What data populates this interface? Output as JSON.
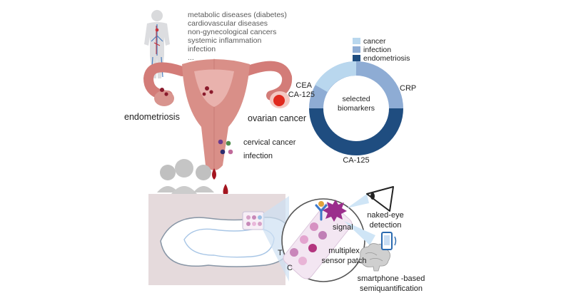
{
  "conditions": [
    "metabolic diseases (diabetes)",
    "cardiovascular diseases",
    "non-gynecological cancers",
    "systemic inflammation",
    "infection",
    "..."
  ],
  "labels": {
    "endometriosis": "endometriosis",
    "ovarian_cancer": "ovarian cancer",
    "cervical_cancer": "cervical cancer",
    "infection": "infection"
  },
  "donut": {
    "center_line1": "selected",
    "center_line2": "biomarkers",
    "label_cea": "CEA",
    "label_ca125_left": "CA-125",
    "label_crp": "CRP",
    "label_ca125_bottom": "CA-125",
    "legend": [
      {
        "label": "cancer",
        "color": "#b9d7ee"
      },
      {
        "label": "infection",
        "color": "#8eacd4"
      },
      {
        "label": "endometriosis",
        "color": "#1f4d80"
      }
    ]
  },
  "sensor": {
    "T": "T",
    "C": "C",
    "signal": "signal",
    "patch_line1": "multiplex",
    "patch_line2": "sensor patch"
  },
  "detection": {
    "naked_line1": "naked-eye",
    "naked_line2": "detection",
    "phone_line1": "smartphone -based",
    "phone_line2": "semiquantification"
  },
  "colors": {
    "blood": "#a4151f",
    "uterus": "#d98f88",
    "star": "#9b2d8c"
  }
}
